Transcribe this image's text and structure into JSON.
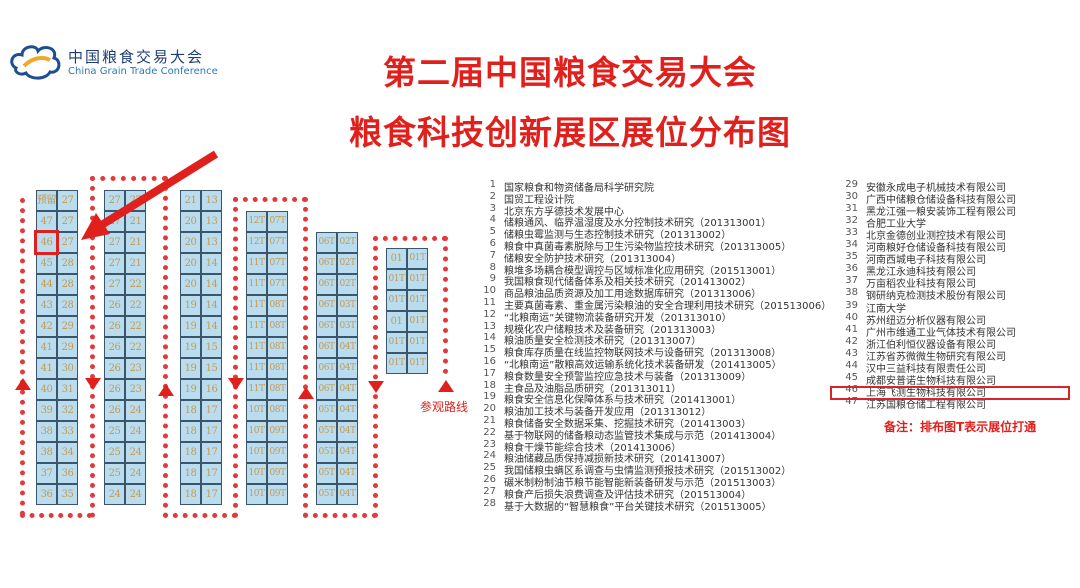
{
  "logo": {
    "cn": "中国粮食交易大会",
    "en": "China Grain Trade Conference"
  },
  "title": "第二届中国粮食交易大会",
  "subtitle": "粮食科技创新展区展位分布图",
  "route_label": "参观路线",
  "note": "备注：排布图T表示展位打通",
  "booth_columns": [
    [
      [
        "预留",
        "27"
      ],
      [
        "47",
        "27"
      ],
      [
        "46",
        "27"
      ],
      [
        "45",
        "28"
      ],
      [
        "44",
        "28"
      ],
      [
        "43",
        "28"
      ],
      [
        "42",
        "29"
      ],
      [
        "41",
        "29"
      ],
      [
        "41",
        "30"
      ],
      [
        "40",
        "31"
      ],
      [
        "39",
        "32"
      ],
      [
        "38",
        "33"
      ],
      [
        "38",
        "34"
      ],
      [
        "37",
        "36"
      ],
      [
        "36",
        "35"
      ]
    ],
    [
      [
        "27",
        "27"
      ],
      [
        "27",
        "21"
      ],
      [
        "27",
        "21"
      ],
      [
        "27",
        "21"
      ],
      [
        "27",
        "22"
      ],
      [
        "26",
        "22"
      ],
      [
        "26",
        "22"
      ],
      [
        "26",
        "22"
      ],
      [
        "26",
        "23"
      ],
      [
        "26",
        "23"
      ],
      [
        "26",
        "24"
      ],
      [
        "25",
        "24"
      ],
      [
        "25",
        "24"
      ],
      [
        "25",
        "24"
      ],
      [
        "24",
        "24"
      ]
    ],
    [
      [
        "21",
        "13"
      ],
      [
        "20",
        "13"
      ],
      [
        "20",
        "13"
      ],
      [
        "20",
        "14"
      ],
      [
        "20",
        "14"
      ],
      [
        "19",
        "14"
      ],
      [
        "19",
        "14"
      ],
      [
        "19",
        "15"
      ],
      [
        "19",
        "15"
      ],
      [
        "19",
        "16"
      ],
      [
        "18",
        "17"
      ],
      [
        "18",
        "17"
      ],
      [
        "18",
        "17"
      ],
      [
        "18",
        "17"
      ],
      [
        "18",
        "17"
      ]
    ],
    [
      [
        "12T",
        "07T"
      ],
      [
        "12T",
        "07T"
      ],
      [
        "11T",
        "07T"
      ],
      [
        "11T",
        "07T"
      ],
      [
        "11T",
        "08T"
      ],
      [
        "11T",
        "08T"
      ],
      [
        "11T",
        "08T"
      ],
      [
        "11T",
        "08T"
      ],
      [
        "11T",
        "08T"
      ],
      [
        "10T",
        "08T"
      ],
      [
        "10T",
        "09T"
      ],
      [
        "10T",
        "09T"
      ],
      [
        "10T",
        "09T"
      ],
      [
        "10T",
        "09T"
      ]
    ],
    [
      [
        "06T",
        "02T"
      ],
      [
        "06T",
        "02T"
      ],
      [
        "06T",
        "02T"
      ],
      [
        "06T",
        "03T"
      ],
      [
        "06T",
        "03T"
      ],
      [
        "06T",
        "04T"
      ],
      [
        "06T",
        "04T"
      ],
      [
        "06T",
        "04T"
      ],
      [
        "05T",
        "04T"
      ],
      [
        "05T",
        "04T"
      ],
      [
        "05T",
        "04T"
      ],
      [
        "05T",
        "04T"
      ],
      [
        "05T",
        "04T"
      ]
    ],
    [
      [
        "01",
        "01T"
      ],
      [
        "01T",
        "01T"
      ],
      [
        "01T",
        "01T"
      ],
      [
        "01",
        "01T"
      ],
      [
        "01T",
        "01T"
      ],
      [
        "01T",
        "01T"
      ]
    ]
  ],
  "exhibitors_left": [
    {
      "n": "1",
      "t": "国家粮食和物资储备局科学研究院"
    },
    {
      "n": "2",
      "t": "国贸工程设计院"
    },
    {
      "n": "3",
      "t": "北京东方孚德技术发展中心"
    },
    {
      "n": "4",
      "t": "储粮通风、临界温湿度及水分控制技术研究（201313001）"
    },
    {
      "n": "5",
      "t": "储粮虫霉监测与生态控制技术研究（201313002）"
    },
    {
      "n": "6",
      "t": "粮食中真菌毒素脱除与卫生污染物监控技术研究（201313005）"
    },
    {
      "n": "7",
      "t": "储粮安全防护技术研究（201313004）"
    },
    {
      "n": "8",
      "t": "粮堆多场耦合模型调控与区域标准化应用研究（201513001）"
    },
    {
      "n": "9",
      "t": "我国粮食现代储备体系及相关技术研究（201413002）"
    },
    {
      "n": "10",
      "t": "商品粮油品质资源及加工用途数据库研究（201313006）"
    },
    {
      "n": "11",
      "t": "主要真菌毒素、重金属污染粮油的安全合理利用技术研究（201513006）"
    },
    {
      "n": "12",
      "t": "“北粮南运”关键物流装备研究开发（201313010）"
    },
    {
      "n": "13",
      "t": "规模化农户储粮技术及装备研究（201313003）"
    },
    {
      "n": "14",
      "t": "粮油质量安全检测技术研究（201313007）"
    },
    {
      "n": "15",
      "t": "粮食库存质量在线监控物联网技术与设备研究（201313008）"
    },
    {
      "n": "16",
      "t": "“北粮南运”散粮高效运输系统化技术装备研发（201413005）"
    },
    {
      "n": "17",
      "t": "粮食数量安全预警监控应急技术与装备（201313009）"
    },
    {
      "n": "18",
      "t": "主食品及油脂品质研究（201313011）"
    },
    {
      "n": "19",
      "t": "粮食安全信息化保障体系与技术研究（201413001）"
    },
    {
      "n": "20",
      "t": "粮油加工技术与装备开发应用（201313012）"
    },
    {
      "n": "21",
      "t": "粮食储备安全数据采集、挖掘技术研究（201413003）"
    },
    {
      "n": "22",
      "t": "基于物联网的储备粮动态监管技术集成与示范（201413004）"
    },
    {
      "n": "23",
      "t": "粮食干燥节能综合技术（201413006）"
    },
    {
      "n": "24",
      "t": "粮油储藏品质保持减损新技术研究（201413007）"
    },
    {
      "n": "25",
      "t": "我国储粮虫螨区系调查与虫情监测预报技术研究（201513002）"
    },
    {
      "n": "26",
      "t": "碾米制粉制油节粮节能智能新装备研发与示范（201513003）"
    },
    {
      "n": "27",
      "t": "粮食产后损失浪费调查及评估技术研究（201513004）"
    },
    {
      "n": "28",
      "t": "基于大数据的“智慧粮食”平台关键技术研究（201513005）"
    }
  ],
  "exhibitors_right": [
    {
      "n": "29",
      "t": "安徽永成电子机械技术有限公司"
    },
    {
      "n": "30",
      "t": "广西中储粮仓储设备科技有限公司"
    },
    {
      "n": "31",
      "t": "黑龙江强一粮安装饰工程有限公司"
    },
    {
      "n": "32",
      "t": "合肥工业大学"
    },
    {
      "n": "33",
      "t": "北京金德创业测控技术有限公司"
    },
    {
      "n": "34",
      "t": "河南粮好仓储设备科技有限公司"
    },
    {
      "n": "35",
      "t": "河南西城电子科技有限公司"
    },
    {
      "n": "36",
      "t": "黑龙江永迪科技有限公司"
    },
    {
      "n": "37",
      "t": "万亩稻农业科技有限公司"
    },
    {
      "n": "38",
      "t": "钢研纳克检测技术股份有限公司"
    },
    {
      "n": "39",
      "t": "江南大学"
    },
    {
      "n": "40",
      "t": "苏州纽迈分析仪器有限公司"
    },
    {
      "n": "41",
      "t": "广州市维通工业气体技术有限公司"
    },
    {
      "n": "42",
      "t": "浙江伯利恒仪器设备有限公司"
    },
    {
      "n": "43",
      "t": "江苏省苏微微生物研究有限公司"
    },
    {
      "n": "44",
      "t": "汉中三益科技有限责任公司"
    },
    {
      "n": "45",
      "t": "成都安普诺生物科技有限公司"
    },
    {
      "n": "46",
      "t": "上海飞测生物科技有限公司"
    },
    {
      "n": "47",
      "t": "江苏国粮仓储工程有限公司"
    }
  ],
  "highlight_color": "#e0201c"
}
